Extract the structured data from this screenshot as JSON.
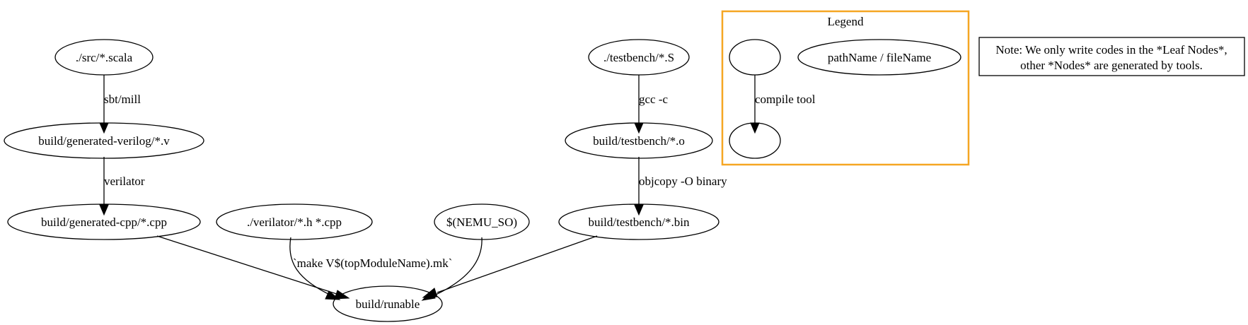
{
  "colors": {
    "line": "#000000",
    "legend_frame": "#F5A623",
    "background": "#FFFFFF"
  },
  "nodes": {
    "src_scala": "./src/*.scala",
    "generated_verilog": "build/generated-verilog/*.v",
    "generated_cpp": "build/generated-cpp/*.cpp",
    "verilator_sources": "./verilator/*.h *.cpp",
    "nemu_so": "$(NEMU_SO)",
    "testbench_s": "./testbench/*.S",
    "testbench_o": "build/testbench/*.o",
    "testbench_bin": "build/testbench/*.bin",
    "runable": "build/runable"
  },
  "edges": {
    "sbt_mill": "sbt/mill",
    "verilator": "verilator",
    "make": "`make V$(topModuleName).mk`",
    "gcc": "gcc -c",
    "objcopy": "objcopy -O binary"
  },
  "legend": {
    "title": "Legend",
    "node_label": "pathName / fileName",
    "edge_label": "compile tool"
  },
  "note": {
    "line1": "Note: We only write codes in the *Leaf Nodes*,",
    "line2": "other *Nodes* are generated by tools."
  }
}
